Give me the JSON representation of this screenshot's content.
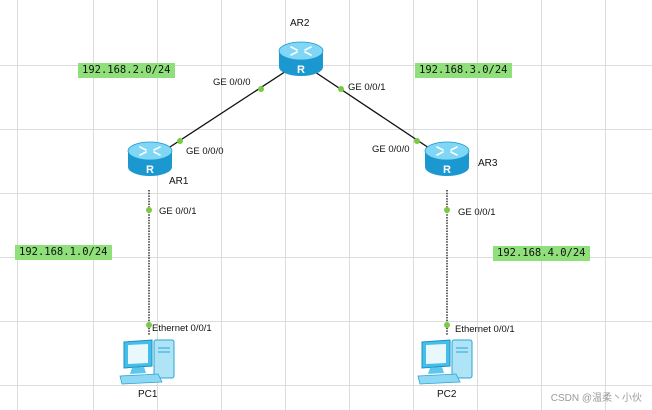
{
  "routers": [
    {
      "id": "ar1",
      "name": "AR1"
    },
    {
      "id": "ar2",
      "name": "AR2"
    },
    {
      "id": "ar3",
      "name": "AR3"
    }
  ],
  "pcs": [
    {
      "id": "pc1",
      "name": "PC1"
    },
    {
      "id": "pc2",
      "name": "PC2"
    }
  ],
  "links": [
    {
      "id": "ar1-ar2",
      "from": "AR1",
      "from_port": "GE 0/0/0",
      "to": "AR2",
      "to_port": "GE 0/0/0"
    },
    {
      "id": "ar2-ar3",
      "from": "AR2",
      "from_port": "GE 0/0/1",
      "to": "AR3",
      "to_port": "GE 0/0/0"
    },
    {
      "id": "ar1-pc1",
      "from": "AR1",
      "from_port": "GE 0/0/1",
      "to": "PC1",
      "to_port": "Ethernet 0/0/1"
    },
    {
      "id": "ar3-pc2",
      "from": "AR3",
      "from_port": "GE 0/0/1",
      "to": "PC2",
      "to_port": "Ethernet 0/0/1"
    }
  ],
  "subnets": [
    "192.168.2.0/24",
    "192.168.3.0/24",
    "192.168.1.0/24",
    "192.168.4.0/24"
  ],
  "watermark": "CSDN @温柔丶小伙",
  "colors": {
    "link": "#111111",
    "port_dot": "#7ac943",
    "subnet_bg": "#8fe07a",
    "router_blue": "#2bb3e6",
    "grid": "#dcdcdc"
  }
}
